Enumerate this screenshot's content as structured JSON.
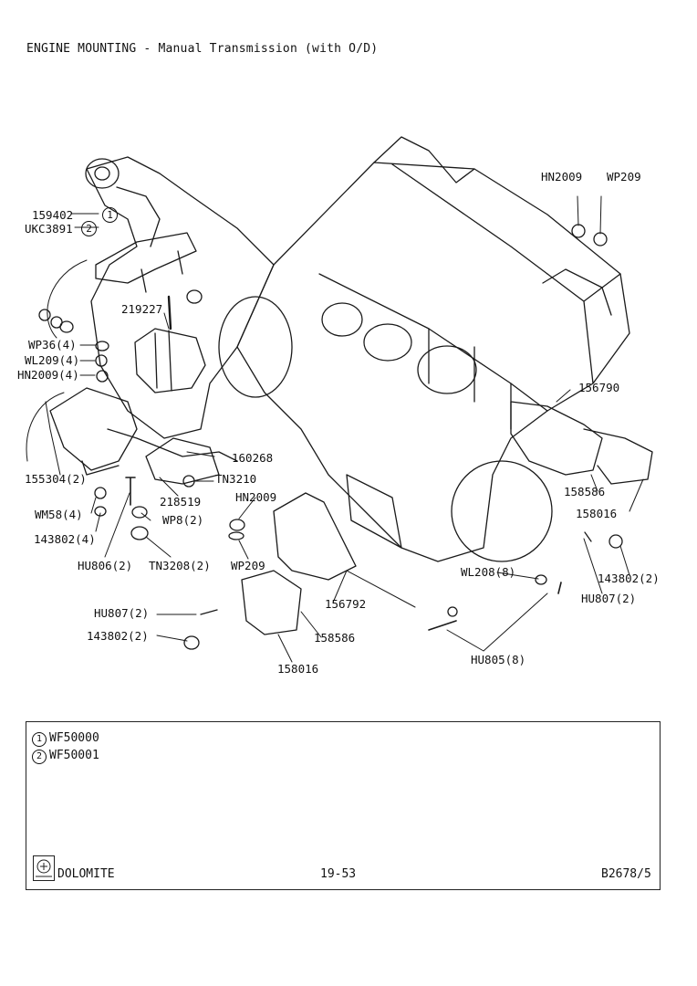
{
  "title": "ENGINE MOUNTING - Manual Transmission (with O/D)",
  "callouts": {
    "hn2009_top": "HN2009",
    "wp209_top": "WP209",
    "p159402": "159402",
    "ukc3891": "UKC3891",
    "p219227": "219227",
    "wp36": "WP36(4)",
    "wl209": "WL209(4)",
    "hn2009_4": "HN2009(4)",
    "p155304": "155304(2)",
    "p160268": "160268",
    "tn3210": "TN3210",
    "p218519": "218519",
    "hn2009_mid": "HN2009",
    "wm58": "WM58(4)",
    "wp8": "WP8(2)",
    "p143802_4": "143802(4)",
    "hu806": "HU806(2)",
    "tn3208": "TN3208(2)",
    "wp209_mid": "WP209",
    "p156790": "156790",
    "p158586_r": "158586",
    "p158016_r": "158016",
    "p143802_r": "143802(2)",
    "hu807_r": "HU807(2)",
    "wl208": "WL208(8)",
    "p156792": "156792",
    "hu807_l": "HU807(2)",
    "p143802_l": "143802(2)",
    "p158586_l": "158586",
    "p158016_l": "158016",
    "hu805": "HU805(8)"
  },
  "callout_markers": {
    "one": "1",
    "two": "2"
  },
  "legend": {
    "items": [
      {
        "num": "1",
        "text": "WF50000"
      },
      {
        "num": "2",
        "text": "WF50001"
      }
    ],
    "model": "DOLOMITE",
    "page": "19-53",
    "ref": "B2678/5"
  }
}
